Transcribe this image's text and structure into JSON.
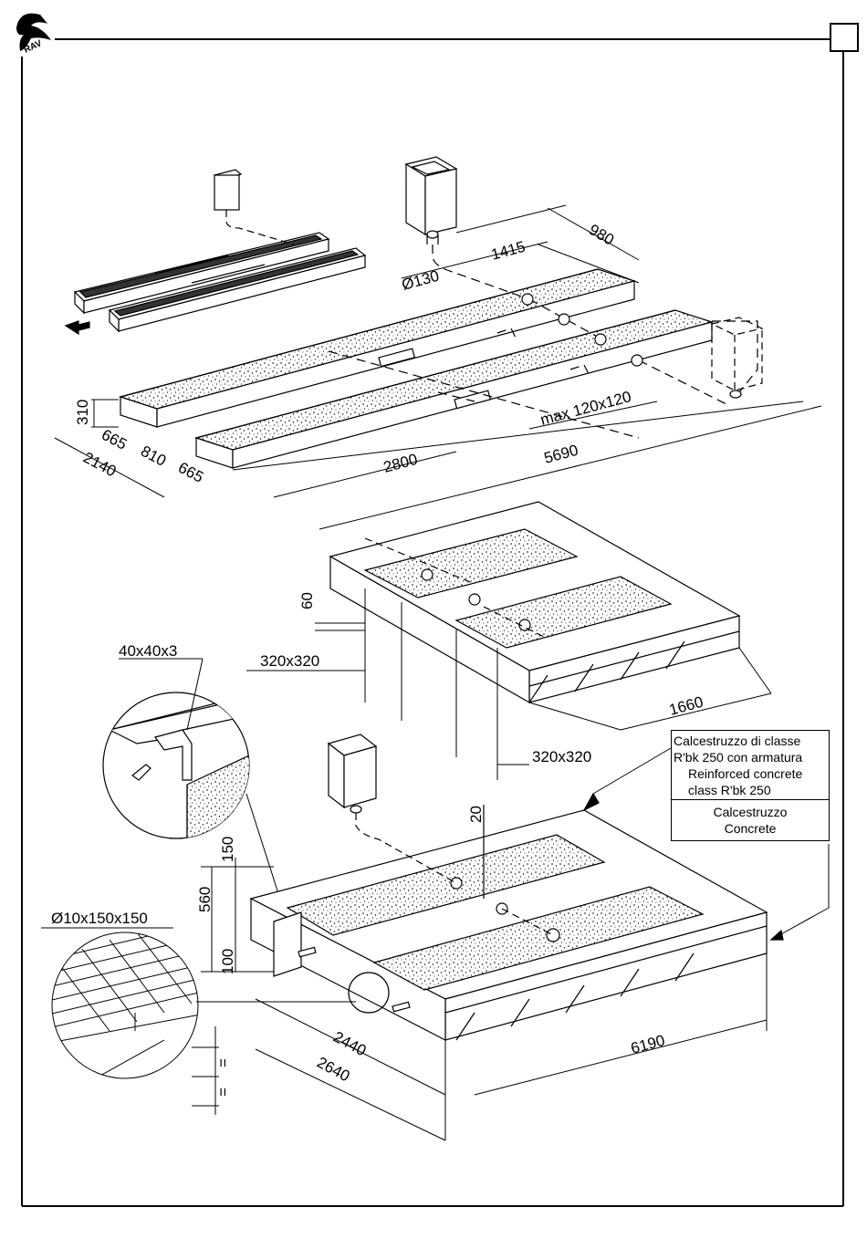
{
  "logo": {
    "text": "RAV"
  },
  "dimensions": {
    "d980": "980",
    "d1415": "1415",
    "d130": "Ø130",
    "d310": "310",
    "d665a": "665",
    "d810": "810",
    "d665b": "665",
    "d2140": "2140",
    "d2800": "2800",
    "d5690": "5690",
    "dmax": "max 120x120",
    "d60": "60",
    "d320a": "320x320",
    "d320b": "320x320",
    "d1660": "1660",
    "d40": "40x40x3",
    "d20": "20",
    "d150": "150",
    "d560": "560",
    "d100": "100",
    "dmesh": "Ø10x150x150",
    "d2440": "2440",
    "d2640": "2640",
    "d6190": "6190",
    "eq1": "=",
    "eq2": "="
  },
  "legend": {
    "line1": "Calcestruzzo di classe",
    "line2": "R'bk 250 con armatura",
    "line3": "Reinforced concrete",
    "line4": "class R'bk 250",
    "line5": "Calcestruzzo",
    "line6": "Concrete"
  }
}
